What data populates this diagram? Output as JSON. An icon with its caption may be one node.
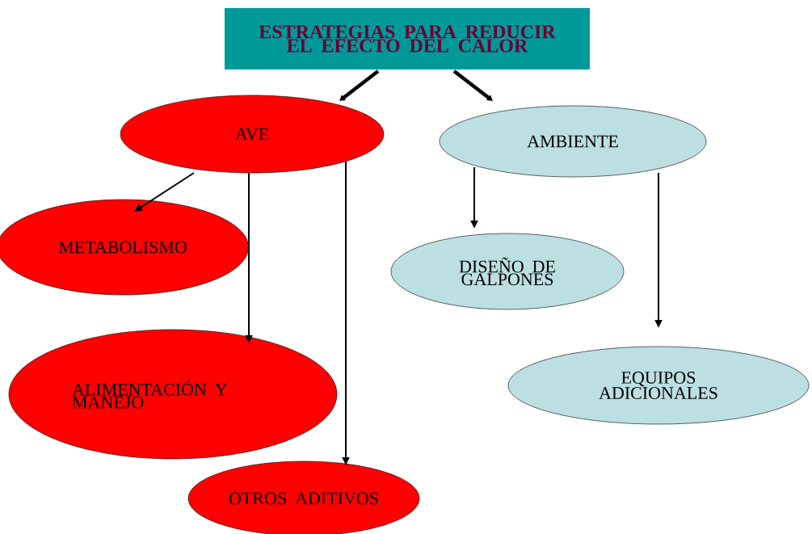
{
  "diagram": {
    "nodes": [
      {
        "text": [
          "ESTRATEGIAS PARA REDUCIR EL EFECTO DEL CALOR"
        ]
      },
      {
        "text": [
          "AVE"
        ]
      },
      {
        "text": [
          "AMBIENTE"
        ]
      },
      {
        "text": [
          "METABOLISMO"
        ]
      },
      {
        "text": [
          "ALIMENTACIÓN Y MANEJO"
        ]
      },
      {
        "text": [
          "OTROS ADITIVOS"
        ]
      },
      {
        "text": [
          "DISEÑO DE GALPONES"
        ]
      },
      {
        "text": [
          "EQUIPOS ADICIONALES"
        ]
      }
    ],
    "edges": [
      {
        "from": 0,
        "to": 1,
        "arrow": "to",
        "style": "thick"
      },
      {
        "from": 0,
        "to": 2,
        "arrow": "to",
        "style": "thick"
      },
      {
        "from": 1,
        "to": 3,
        "arrow": "to"
      },
      {
        "from": 1,
        "to": 4,
        "arrow": "to"
      },
      {
        "from": 1,
        "to": 5,
        "arrow": "to"
      },
      {
        "from": 2,
        "to": 6,
        "arrow": "to"
      },
      {
        "from": 2,
        "to": 7,
        "arrow": "to"
      }
    ]
  }
}
